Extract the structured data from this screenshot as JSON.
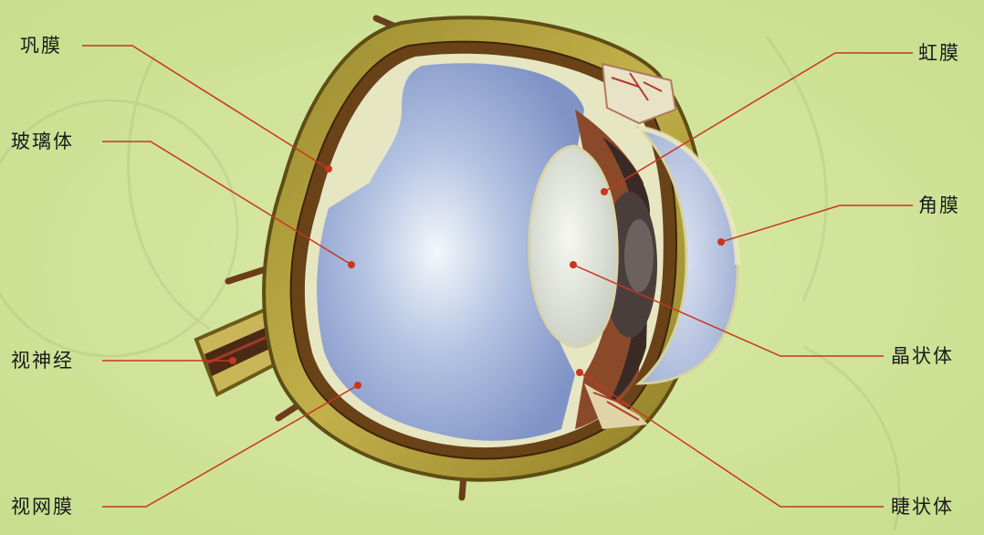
{
  "diagram": {
    "labels": {
      "sclera": "巩膜",
      "vitreous": "玻璃体",
      "optic_nerve": "视神经",
      "retina": "视网膜",
      "iris": "虹膜",
      "cornea": "角膜",
      "lens": "晶状体",
      "ciliary_body": "睫状体"
    }
  }
}
